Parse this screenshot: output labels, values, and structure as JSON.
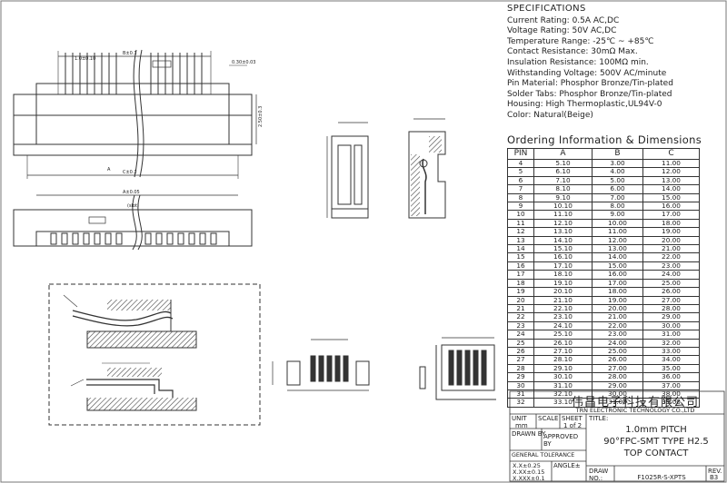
{
  "specifications": {
    "heading": "SPECIFICATIONS",
    "lines": [
      "Current Rating: 0.5A AC,DC",
      "Voltage Rating: 50V AC,DC",
      "Temperature Range: -25℃ ~ +85℃",
      "Contact Resistance: 30mΩ Max.",
      "Insulation Resistance: 100MΩ min.",
      "Withstanding Voltage: 500V AC/minute",
      "Pin Material: Phosphor Bronze/Tin-plated",
      "Solder Tabs: Phosphor Bronze/Tin-plated",
      "Housing: High Thermoplastic,UL94V-0",
      "Color: Natural(Beige)"
    ]
  },
  "ordering": {
    "title": "Ordering Information & Dimensions",
    "headers": [
      "PIN",
      "A",
      "B",
      "C"
    ],
    "rows": [
      [
        "4",
        "5.10",
        "3.00",
        "11.00"
      ],
      [
        "5",
        "6.10",
        "4.00",
        "12.00"
      ],
      [
        "6",
        "7.10",
        "5.00",
        "13.00"
      ],
      [
        "7",
        "8.10",
        "6.00",
        "14.00"
      ],
      [
        "8",
        "9.10",
        "7.00",
        "15.00"
      ],
      [
        "9",
        "10.10",
        "8.00",
        "16.00"
      ],
      [
        "10",
        "11.10",
        "9.00",
        "17.00"
      ],
      [
        "11",
        "12.10",
        "10.00",
        "18.00"
      ],
      [
        "12",
        "13.10",
        "11.00",
        "19.00"
      ],
      [
        "13",
        "14.10",
        "12.00",
        "20.00"
      ],
      [
        "14",
        "15.10",
        "13.00",
        "21.00"
      ],
      [
        "15",
        "16.10",
        "14.00",
        "22.00"
      ],
      [
        "16",
        "17.10",
        "15.00",
        "23.00"
      ],
      [
        "17",
        "18.10",
        "16.00",
        "24.00"
      ],
      [
        "18",
        "19.10",
        "17.00",
        "25.00"
      ],
      [
        "19",
        "20.10",
        "18.00",
        "26.00"
      ],
      [
        "20",
        "21.10",
        "19.00",
        "27.00"
      ],
      [
        "21",
        "22.10",
        "20.00",
        "28.00"
      ],
      [
        "22",
        "23.10",
        "21.00",
        "29.00"
      ],
      [
        "23",
        "24.10",
        "22.00",
        "30.00"
      ],
      [
        "24",
        "25.10",
        "23.00",
        "31.00"
      ],
      [
        "25",
        "26.10",
        "24.00",
        "32.00"
      ],
      [
        "26",
        "27.10",
        "25.00",
        "33.00"
      ],
      [
        "27",
        "28.10",
        "26.00",
        "34.00"
      ],
      [
        "28",
        "29.10",
        "27.00",
        "35.00"
      ],
      [
        "29",
        "30.10",
        "28.00",
        "36.00"
      ],
      [
        "30",
        "31.10",
        "29.00",
        "37.00"
      ],
      [
        "31",
        "32.10",
        "30.00",
        "38.00"
      ],
      [
        "32",
        "33.10",
        "31.00",
        "39.00"
      ]
    ]
  },
  "title_block": {
    "company_cn": "伟昌电子科技有限公司",
    "company_en": "TRN ELECTRONIC TECHNOLOGY CO.,LTD",
    "unit_label": "UNIT",
    "unit_value": "mm",
    "scale_label": "SCALE",
    "sheet_label": "SHEET",
    "sheet_value": "1 of 2",
    "title_label": "TITLE:",
    "title_line1": "1.0mm PITCH",
    "title_line2": "90°FPC-SMT TYPE H2.5",
    "title_line3": "TOP CONTACT",
    "drawn_by": "DRAWN BY",
    "approved_by": "APPROVED BY",
    "general_tolerance": "GENERAL TOLERANCE",
    "tolerances": [
      "X.X±0.25",
      "X.XX±0.15",
      "X.XXX±0.1"
    ],
    "angle_label": "ANGLE±",
    "draw_no_label": "DRAW NO.:",
    "draw_no": "F1025R-S-XPTS",
    "rev_label": "REV.",
    "rev_value": "B3"
  },
  "drawing": {
    "dim_b": "B±0.1",
    "dim_pitch": "1.0±0.10",
    "dim_c": "C±0.2",
    "dim_a": "A±0.05",
    "dim_a_label": "A",
    "dim_height": "2.50±0.3",
    "dim_small": "0.30±0.03",
    "slot_label": "(slot)"
  }
}
